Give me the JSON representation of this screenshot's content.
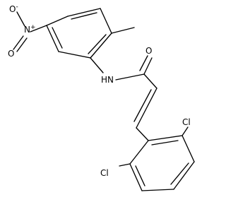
{
  "image": {
    "type": "chemical-structure",
    "background_color": "#ffffff",
    "bond_color": "#000000"
  },
  "atoms": {
    "nitro_n": {
      "text": "N",
      "charge": "+"
    },
    "nitro_o_top": {
      "text": "O",
      "charge": "-"
    },
    "nitro_o_bottom": {
      "text": "O"
    },
    "amide_n": {
      "text": "HN"
    },
    "carbonyl_o": {
      "text": "O"
    },
    "chlorine_top": {
      "text": "Cl"
    },
    "chlorine_bottom": {
      "text": "Cl"
    }
  }
}
